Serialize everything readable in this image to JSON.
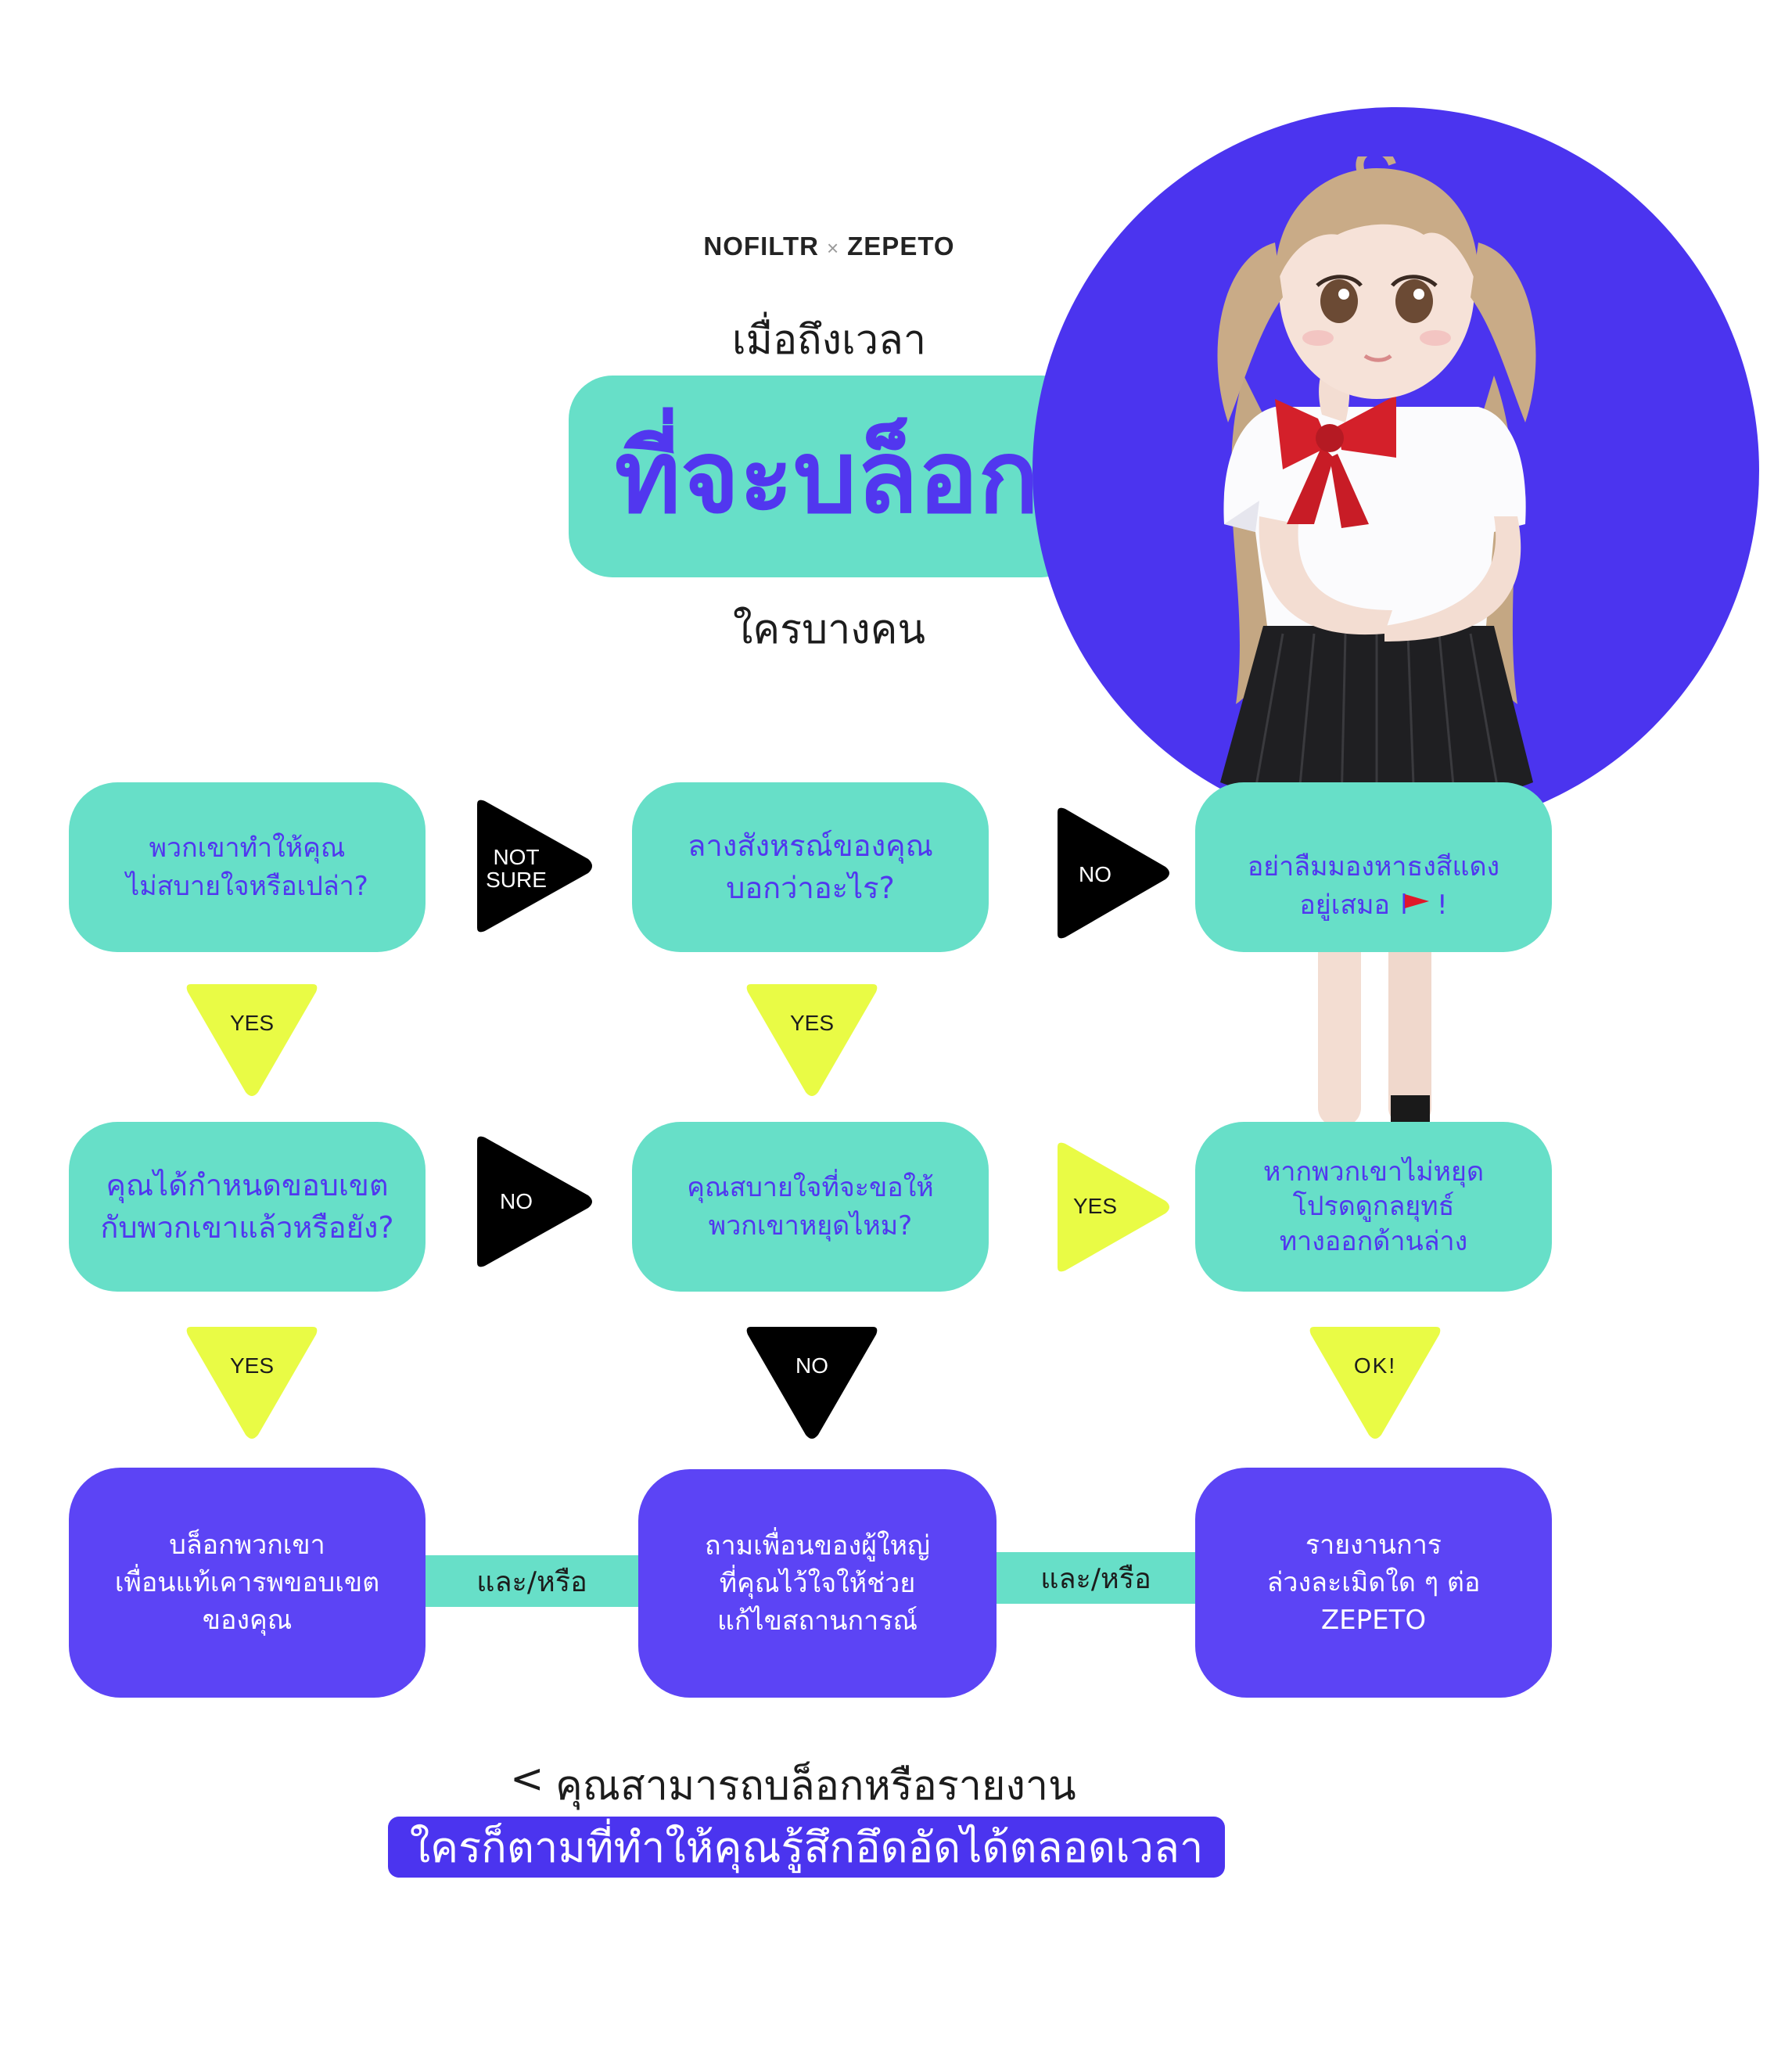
{
  "header": {
    "logo_left": "NOFILTR",
    "logo_sep": "×",
    "logo_right": "ZEPETO",
    "pre_title": "เมื่อถึงเวลา",
    "title": "ที่จะบล็อก",
    "post_title": "ใครบางคน"
  },
  "colors": {
    "teal": "#67dfc8",
    "purple": "#5c44f5",
    "circle": "#4b34ef",
    "yellow": "#e9fb45",
    "black": "#000000"
  },
  "boxes": {
    "q1": "พวกเขาทำให้คุณ\nไม่สบายใจหรือเปล่า?",
    "q2": "ลางสังหรณ์ของคุณ\nบอกว่าอะไร?",
    "q3_text": "อย่าลืมมองหาธงสีแดง\nอยู่เสมอ",
    "q3_suffix": "!",
    "q4": "คุณได้กำหนดขอบเขต\nกับพวกเขาแล้วหรือยัง?",
    "q5": "คุณสบายใจที่จะขอให้\nพวกเขาหยุดไหม?",
    "q6": "หากพวกเขาไม่หยุด\nโปรดดูกลยุทธ์\nทางออกด้านล่าง",
    "a1": "บล็อกพวกเขา\nเพื่อนแท้เคารพขอบเขต\nของคุณ",
    "a2": "ถามเพื่อนของผู้ใหญ่\nที่คุณไว้ใจให้ช่วย\nแก้ไขสถานการณ์",
    "a3": "รายงานการ\nล่วงละเมิดใด ๆ ต่อ\nZEPETO"
  },
  "arrows": {
    "q1_q2": "NOT\nSURE",
    "q2_q3": "NO",
    "q1_q4": "YES",
    "q2_q5": "YES",
    "q4_q5": "NO",
    "q5_q6": "YES",
    "q4_a1": "YES",
    "q5_a2": "NO",
    "q6_a3": "OK!"
  },
  "connectors": {
    "a1_a2": "และ/หรือ",
    "a2_a3": "และ/หรือ"
  },
  "footer": {
    "chevron": "<",
    "line1": "คุณสามารถบล็อกหรือรายงาน",
    "line2": "ใครก็ตามที่ทำให้คุณรู้สึกอึดอัดได้ตลอดเวลา"
  }
}
